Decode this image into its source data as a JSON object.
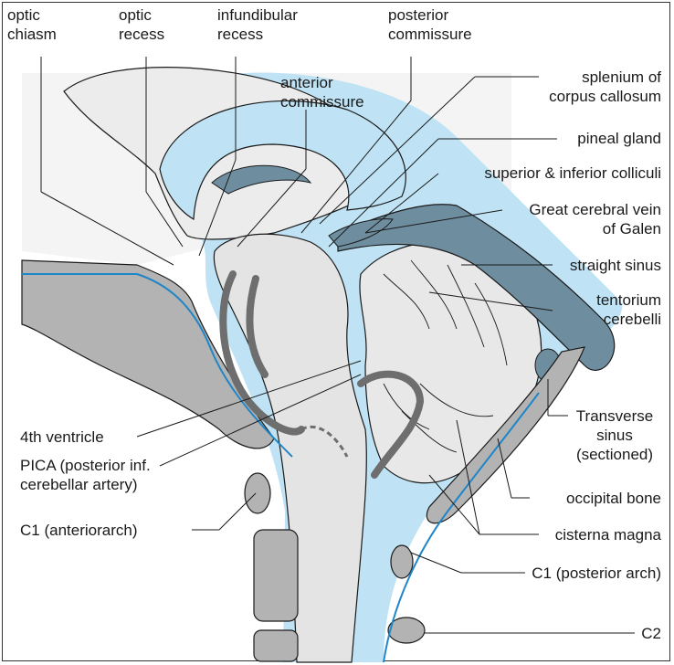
{
  "colors": {
    "csf_blue": "#bfe3f4",
    "brain_gray": "#e4e4e4",
    "bone_gray": "#b3b3b3",
    "vessel_dark": "#6e6e6e",
    "sinus_steel": "#6e8ea0",
    "outline": "#1a1a1a",
    "membrane_blue": "#1f86c7"
  },
  "labels": {
    "optic_chiasm": [
      "optic",
      "chiasm"
    ],
    "optic_recess": [
      "optic",
      "recess"
    ],
    "infundibular_recess": [
      "infundibular",
      "recess"
    ],
    "posterior_commissure": [
      "posterior",
      "commissure"
    ],
    "anterior_commissure": [
      "anterior",
      "commissure"
    ],
    "splenium": [
      "splenium of",
      "corpus callosum"
    ],
    "pineal_gland": "pineal gland",
    "colliculi": "superior & inferior colliculi",
    "great_cerebral_vein": [
      "Great cerebral vein",
      "of Galen"
    ],
    "straight_sinus": "straight sinus",
    "tentorium": [
      "tentorium",
      "cerebelli"
    ],
    "fourth_ventricle": "4th ventricle",
    "pica": [
      "PICA (posterior inf.",
      "cerebellar artery)"
    ],
    "transverse_sinus": [
      "Transverse",
      "sinus",
      "(sectioned)"
    ],
    "occipital_bone": "occipital bone",
    "c1_anterior": "C1 (anteriorarch)",
    "cisterna_magna": "cisterna magna",
    "c1_posterior": "C1 (posterior arch)",
    "c2": "C2"
  }
}
